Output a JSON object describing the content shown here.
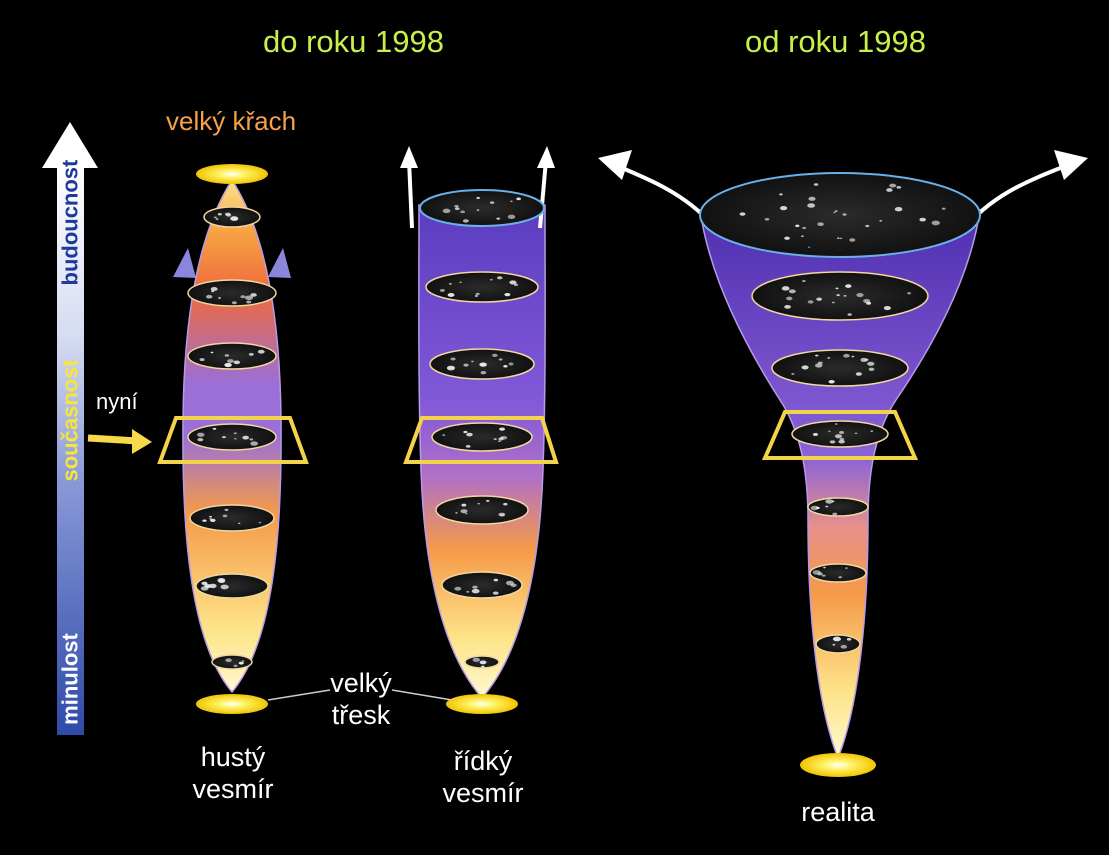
{
  "headers": {
    "before": "do roku 1998",
    "after": "od roku 1998"
  },
  "time_axis": {
    "future": "budoucnost",
    "present": "současnost",
    "past": "minulost"
  },
  "labels": {
    "now": "nyní",
    "big_crunch": "velký křach",
    "big_bang_line1": "velký",
    "big_bang_line2": "třesk"
  },
  "models": {
    "dense": {
      "line1": "hustý",
      "line2": "vesmír"
    },
    "sparse": {
      "line1": "řídký",
      "line2": "vesmír"
    },
    "reality": {
      "label": "realita"
    }
  },
  "colors": {
    "header_green": "#c8f04a",
    "crunch_orange": "#f5a04a",
    "frame_yellow": "#f2d34a",
    "axis_blue": "#2f4aa8",
    "present_yellow": "#f7e53a",
    "purple": "#7a4fd0",
    "orange": "#f47a3c",
    "cream": "#fff3c4"
  }
}
